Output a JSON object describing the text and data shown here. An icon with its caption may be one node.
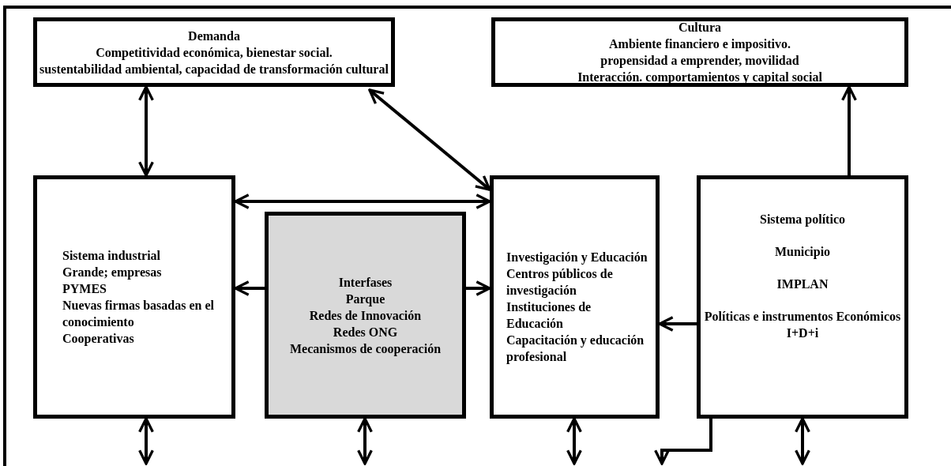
{
  "diagram": {
    "nodes": [
      {
        "text": [
          "Demanda",
          "Competitividad económica, bienestar social.",
          "sustentabilidad ambiental, capacidad de transformación cultural"
        ]
      },
      {
        "text": [
          "Cultura",
          "Ambiente financiero e impositivo.",
          "propensidad a emprender, movilidad",
          "Interacción. comportamientos y capital social"
        ]
      },
      {
        "text": [
          "Sistema industrial",
          "Grande; empresas",
          "PYMES",
          "Nuevas firmas basadas en el conocimiento",
          "Cooperativas"
        ]
      },
      {
        "text": [
          "Interfases",
          "Parque",
          "Redes de Innovación",
          "Redes ONG",
          "Mecanismos de cooperación"
        ]
      },
      {
        "text": [
          "Investigación y Educación",
          "Centros públicos de investigación",
          "Instituciones de Educación",
          "Capacitación y educación profesional"
        ]
      },
      {
        "text": [
          "Sistema político",
          "Municipio",
          "IMPLAN",
          "Políticas e instrumentos Económicos I+D+i"
        ]
      }
    ],
    "edges": [
      {
        "from": 0,
        "to": 2,
        "arrow": "both"
      },
      {
        "from": 0,
        "to": 4,
        "arrow": "both"
      },
      {
        "from": 2,
        "to": 4,
        "arrow": "both"
      },
      {
        "from": 3,
        "to": 2,
        "arrow": "to"
      },
      {
        "from": 3,
        "to": 4,
        "arrow": "to"
      },
      {
        "from": 5,
        "to": 4,
        "arrow": "to"
      },
      {
        "from": 5,
        "to": 1,
        "arrow": "to"
      },
      {
        "from": 2,
        "to": null,
        "arrow": "both"
      },
      {
        "from": 3,
        "to": null,
        "arrow": "both"
      },
      {
        "from": 4,
        "to": null,
        "arrow": "both"
      },
      {
        "from": 5,
        "to": null,
        "arrow": "to"
      },
      {
        "from": 5,
        "to": null,
        "arrow": "both"
      }
    ]
  }
}
